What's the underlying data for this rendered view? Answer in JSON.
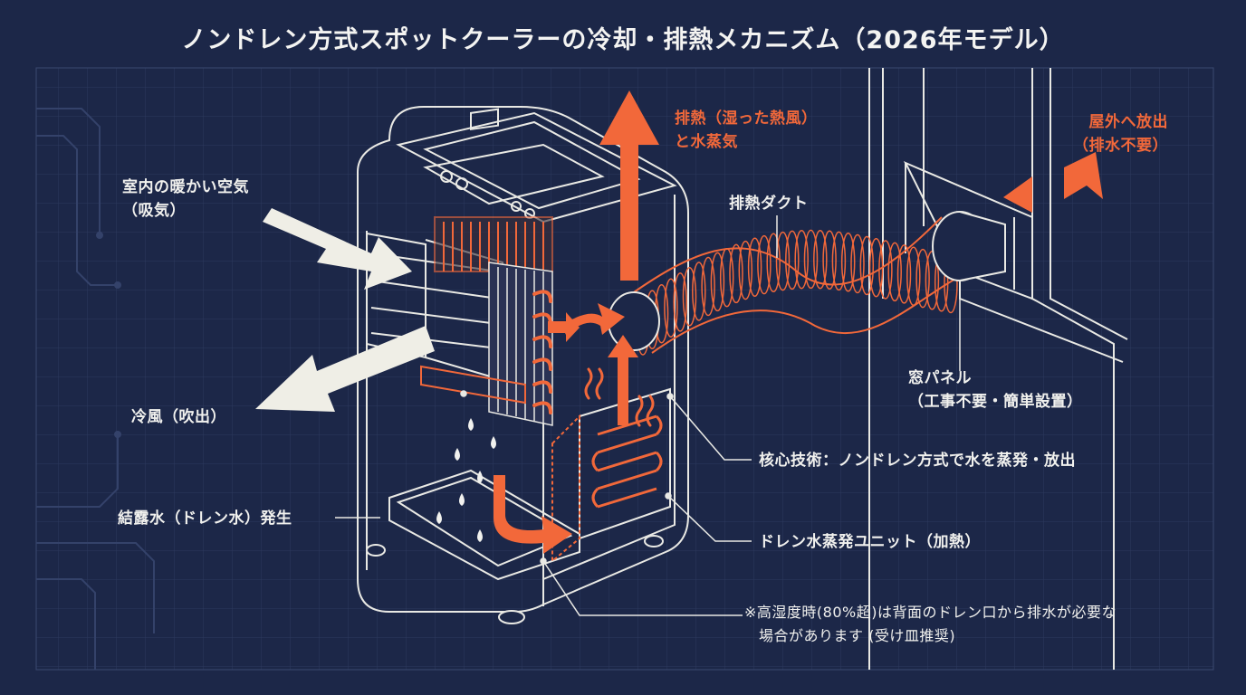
{
  "title": "ノンドレン方式スポットクーラーの冷却・排熱メカニズム（2026年モデル）",
  "labels": {
    "intake": [
      "室内の暖かい空気",
      "（吸気）"
    ],
    "cool_air": "冷風（吹出）",
    "condensation": "結露水（ドレン水）発生",
    "exhaust": [
      "排熱（湿った熱風）",
      "と水蒸気"
    ],
    "duct": "排熱ダクト",
    "outdoor": [
      "屋外へ放出",
      "（排水不要）"
    ],
    "window_panel": [
      "窓パネル",
      "（工事不要・簡単設置）"
    ],
    "core_tech": "核心技術：ノンドレン方式で水を蒸発・放出",
    "evaporator": "ドレン水蒸発ユニット（加熱）",
    "note": [
      "※高湿度時(80%超)は背面のドレン口から排水が必要な",
      "場合があります (受け皿推奨)"
    ]
  },
  "colors": {
    "background": "#1c2748",
    "line": "#e9e9e4",
    "accent": "#f2683a",
    "grid": "#2d3a5e"
  }
}
